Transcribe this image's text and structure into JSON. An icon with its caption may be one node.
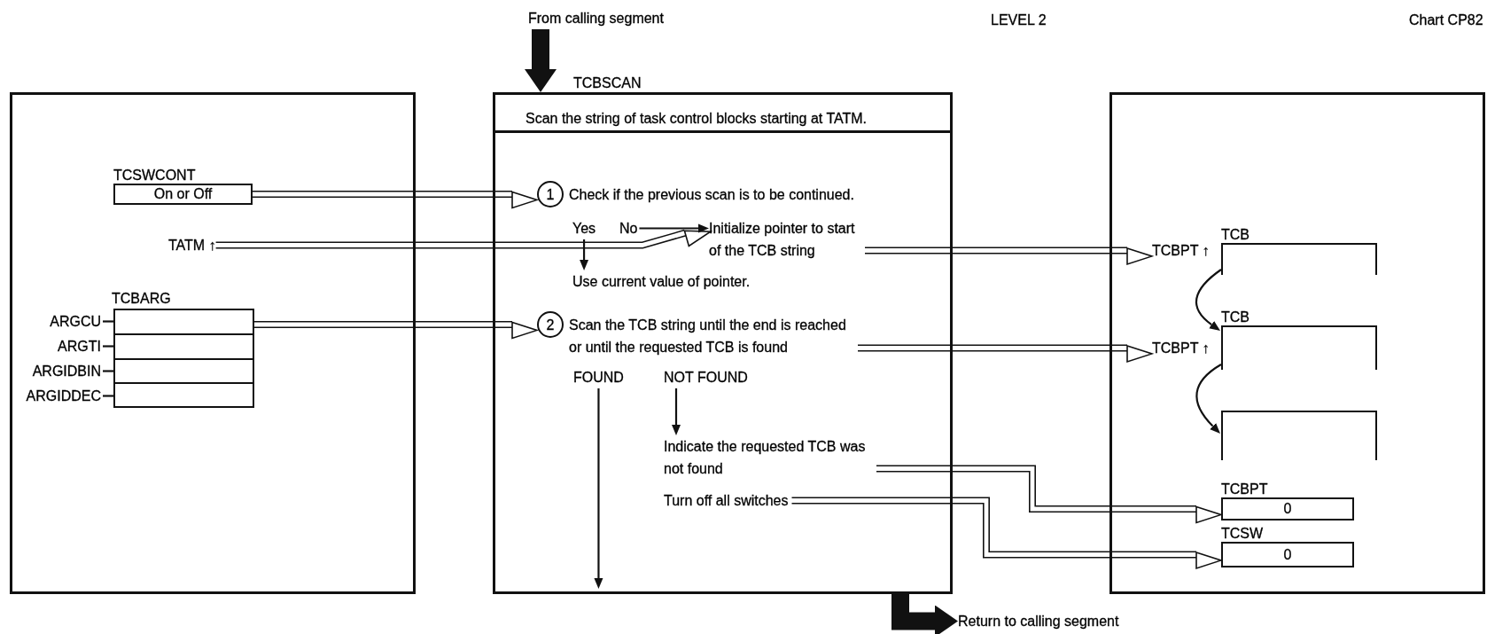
{
  "diagram": {
    "nodes": [
      {
        "text": [],
        "shape": "box"
      },
      {
        "text": [
          "TCSWCONT",
          "On or Off"
        ],
        "in": 0
      },
      {
        "text": [
          "TATM ↑"
        ],
        "in": 0
      },
      {
        "text": [
          "TCBARG"
        ],
        "in": 0
      },
      {
        "text": [],
        "shape": "box",
        "in": 3
      },
      {
        "text": [],
        "shape": "box",
        "in": 3
      },
      {
        "text": [],
        "shape": "box",
        "in": 3
      },
      {
        "text": [],
        "shape": "box",
        "in": 3
      },
      {
        "text": [
          "ARGCU"
        ],
        "in": 0
      },
      {
        "text": [
          "ARGTI"
        ],
        "in": 0
      },
      {
        "text": [
          "ARGIDBIN"
        ],
        "in": 0
      },
      {
        "text": [
          "ARGIDDEC"
        ],
        "in": 0
      },
      {
        "text": [
          "TCBSCAN",
          "Scan the string of task control blocks starting at TATM."
        ]
      },
      {
        "text": [
          "1"
        ],
        "in": 12
      },
      {
        "text": [
          "Check if the previous scan is to be continued."
        ],
        "in": 12
      },
      {
        "text": [
          "Yes"
        ],
        "in": 12
      },
      {
        "text": [
          "No"
        ],
        "in": 12
      },
      {
        "text": [
          "Initialize pointer to start of the TCB string"
        ],
        "in": 12
      },
      {
        "text": [
          "Use current value of pointer."
        ],
        "in": 12
      },
      {
        "text": [
          "2"
        ],
        "in": 12
      },
      {
        "text": [
          "Scan the TCB string until the end is reached or until the requested TCB is found"
        ],
        "in": 12
      },
      {
        "text": [
          "FOUND"
        ],
        "in": 12
      },
      {
        "text": [
          "NOT FOUND"
        ],
        "in": 12
      },
      {
        "text": [
          "Indicate the requested TCB was not found"
        ],
        "in": 12
      },
      {
        "text": [
          "Turn off all switches"
        ],
        "in": 12
      },
      {
        "text": [],
        "shape": "box"
      },
      {
        "text": [
          "TCBPT ↑"
        ],
        "in": 25
      },
      {
        "text": [
          "TCB"
        ],
        "in": 25
      },
      {
        "text": [
          "TCBPT ↑"
        ],
        "in": 25
      },
      {
        "text": [
          "TCB"
        ],
        "in": 25
      },
      {
        "text": [],
        "shape": "box",
        "in": 25
      },
      {
        "text": [
          "TCBPT",
          "0"
        ],
        "in": 25
      },
      {
        "text": [
          "TCSW",
          "0"
        ],
        "in": 25
      },
      {
        "text": [
          "From calling segment"
        ]
      },
      {
        "text": [
          "Return to calling segment"
        ]
      }
    ],
    "edges": [
      {
        "from": 1,
        "to": 13,
        "arrow": "to"
      },
      {
        "from": 2,
        "to": 17,
        "arrow": "to"
      },
      {
        "from": 16,
        "to": 17,
        "arrow": "to"
      },
      {
        "from": 15,
        "to": 18,
        "arrow": "to"
      },
      {
        "from": 4,
        "to": 19,
        "arrow": "to"
      },
      {
        "from": 17,
        "to": 26,
        "arrow": "to"
      },
      {
        "from": 20,
        "to": 28,
        "arrow": "to"
      },
      {
        "from": 21,
        "to": null,
        "arrow": "to"
      },
      {
        "from": 22,
        "to": 23,
        "arrow": "to"
      },
      {
        "from": 23,
        "to": 31,
        "arrow": "to"
      },
      {
        "from": 24,
        "to": 32,
        "arrow": "to"
      },
      {
        "from": 27,
        "to": 29,
        "arrow": "to"
      },
      {
        "from": 29,
        "to": 30,
        "arrow": "to"
      },
      {
        "from": 33,
        "to": 12,
        "arrow": "to",
        "style": "thick"
      },
      {
        "from": 12,
        "to": 34,
        "arrow": "to",
        "style": "thick"
      },
      {
        "from": 8,
        "to": 4,
        "arrow": "none"
      },
      {
        "from": 9,
        "to": 5,
        "arrow": "none"
      },
      {
        "from": 10,
        "to": 6,
        "arrow": "none"
      },
      {
        "from": 11,
        "to": 7,
        "arrow": "none"
      }
    ],
    "labels": [
      "LEVEL 2",
      "Chart CP82"
    ]
  }
}
